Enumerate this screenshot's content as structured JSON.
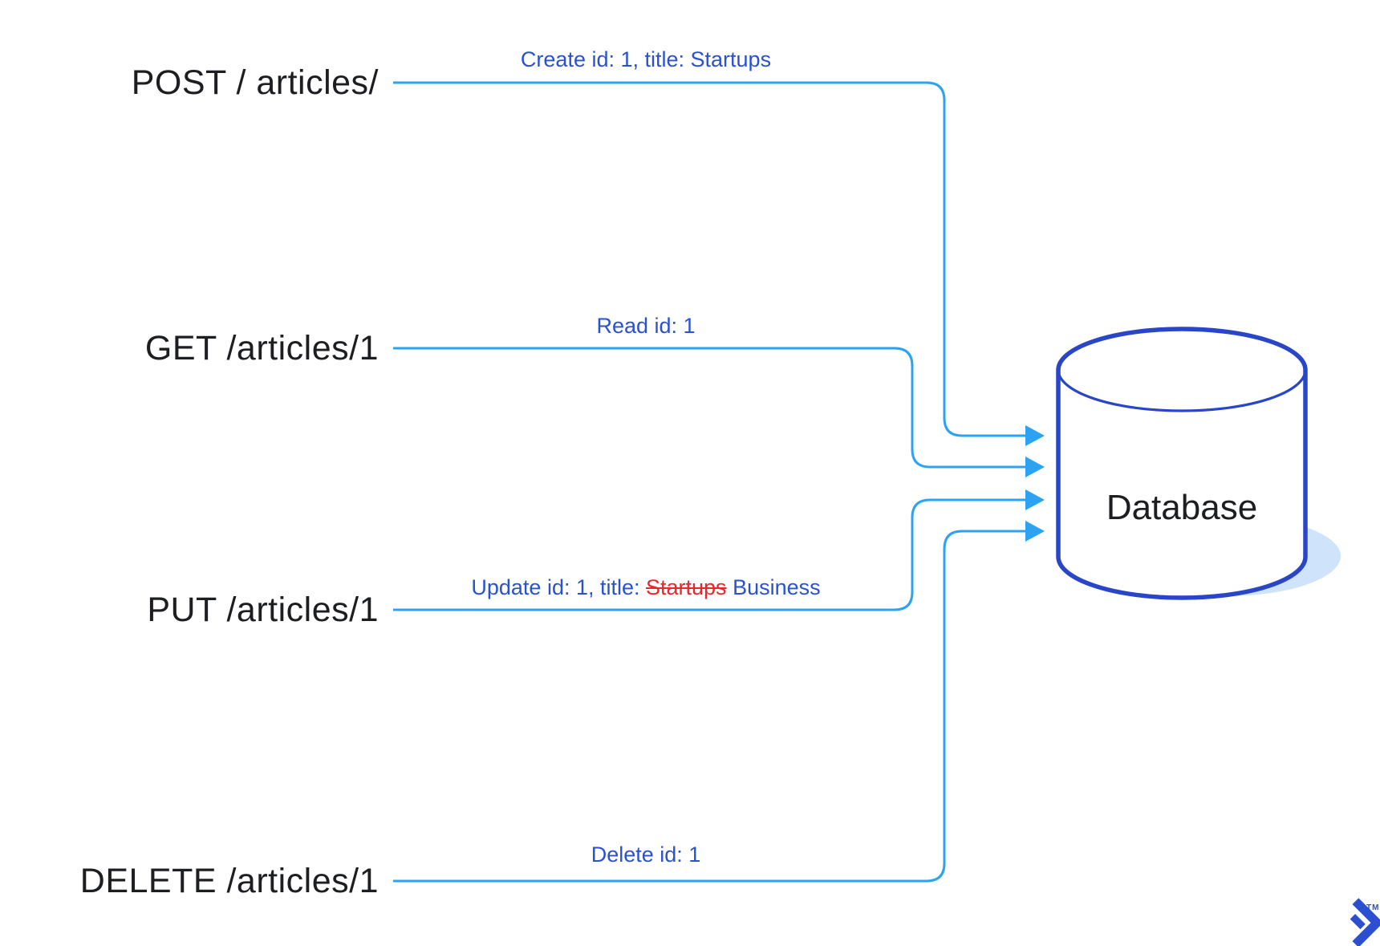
{
  "diagram": {
    "title_hint": "CRUD REST operations to database",
    "rows": [
      {
        "method": "POST / articles/",
        "label": "Create id: 1, title: Startups"
      },
      {
        "method": "GET /articles/1",
        "label": "Read id: 1"
      },
      {
        "method": "PUT /articles/1",
        "label_before": "Update id: 1, title: ",
        "label_strike": "Startups",
        "label_after": " Business"
      },
      {
        "method": "DELETE /articles/1",
        "label": "Delete id: 1"
      }
    ],
    "database": {
      "label": "Database"
    },
    "logo": {
      "trademark": "TM"
    },
    "colors": {
      "flow_line": "#2CA3F2",
      "arrowhead": "#2CA3F2",
      "db_stroke": "#2946C8",
      "db_shadow": "#CFE4FB",
      "label_blue": "#2A52CE",
      "strike_red": "#E9282E",
      "text_black": "#1C1E21",
      "logo_blue": "#2B4FD0"
    }
  }
}
